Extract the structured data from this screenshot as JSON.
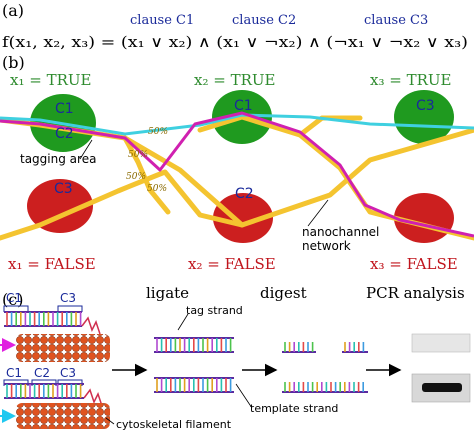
{
  "panel_a": {
    "label": "(a)",
    "clause_labels": [
      "clause C1",
      "clause C2",
      "clause C3"
    ],
    "formula": "f(x₁, x₂, x₃) = (x₁ ∨ x₂) ∧ (x₁ ∨ ¬x₂) ∧ (¬x₁ ∨ ¬x₂ ∨ x₃)"
  },
  "panel_b": {
    "label": "(b)",
    "true_labels": [
      "x₁ = TRUE",
      "x₂ = TRUE",
      "x₃ = TRUE"
    ],
    "false_labels": [
      "x₁ = FALSE",
      "x₂ = FALSE",
      "x₃ = FALSE"
    ],
    "node_labels": {
      "n1_top": "C1",
      "n1_bottom": "C2",
      "n2": "C1",
      "n3": "C3",
      "n4": "C3",
      "n5": "C2"
    },
    "percent_labels": [
      "50%",
      "50%",
      "50%",
      "50%"
    ],
    "annotations": {
      "tagging_area": "tagging area",
      "nanochannel_line1": "nanochannel",
      "nanochannel_line2": "network"
    },
    "colors": {
      "true_label": "#2e8b2e",
      "false_label": "#c0141c",
      "green_node": "#1f9a1f",
      "red_node": "#cc1f1f",
      "network": "#f4c430",
      "cyan_path": "#3fd0e0",
      "magenta_path": "#d020b0",
      "clause_text": "#1a2a9a"
    }
  },
  "panel_c": {
    "label": "(c)",
    "strand_labels_row1": [
      "C1",
      "C3"
    ],
    "strand_labels_row2": [
      "C1",
      "C2",
      "C3"
    ],
    "steps": [
      "ligate",
      "digest",
      "PCR analysis"
    ],
    "annotations": {
      "tag_strand": "tag strand",
      "template_strand": "template strand",
      "filament": "cytoskeletal filament"
    }
  }
}
